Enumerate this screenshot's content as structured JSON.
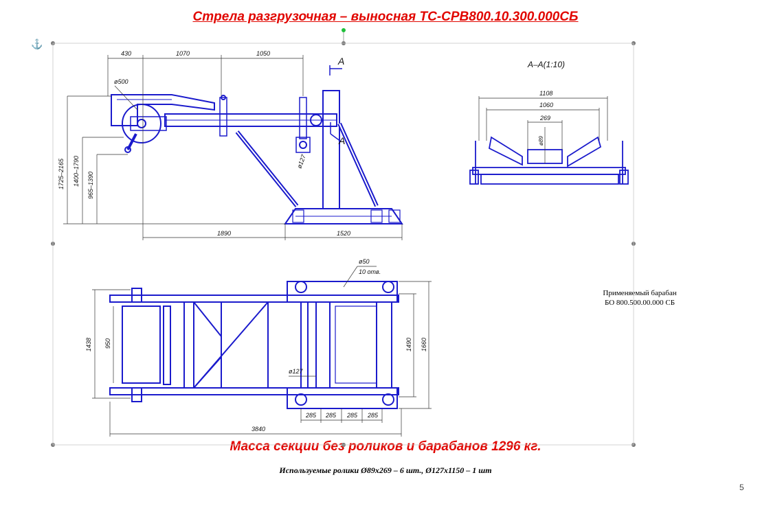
{
  "title": "Стрела разгрузочная – выносная ТС-СРВ800.10.300.000СБ",
  "mass_note": "Масса секции без роликов и барабанов 1296 кг.",
  "rollers_note": "Используемые ролики Ø89х269 – 6 шт., Ø127х1150 – 1 шт",
  "drum_note_line1": "Применяемый барабан",
  "drum_note_line2": "БО 800.500.00.000 СБ",
  "page_number": "5",
  "section_label": "A–A(1:10)",
  "cut_label": "A",
  "dims_side": {
    "d430": "430",
    "d1070": "1070",
    "d1050": "1050",
    "phi500": "ø500",
    "phi127": "ø127",
    "h1725": "1725–2165",
    "h1400": "1400–1790",
    "h965": "965–1390",
    "d1890": "1890",
    "d1520": "1520"
  },
  "dims_section": {
    "d1108": "1108",
    "d1060": "1060",
    "d269": "269",
    "phi89": "ø89"
  },
  "dims_plan": {
    "phi50": "ø50",
    "holes": "10 отв.",
    "d1438": "1438",
    "d950": "950",
    "d1490": "1490",
    "d1660": "1660",
    "phi127": "ø127",
    "d285a": "285",
    "d285b": "285",
    "d285c": "285",
    "d285d": "285",
    "d3840": "3840"
  },
  "colors": {
    "drawing": "#1a1acc",
    "dimension": "#333333",
    "title": "#e10600"
  },
  "icons": [
    "anchor-icon"
  ]
}
